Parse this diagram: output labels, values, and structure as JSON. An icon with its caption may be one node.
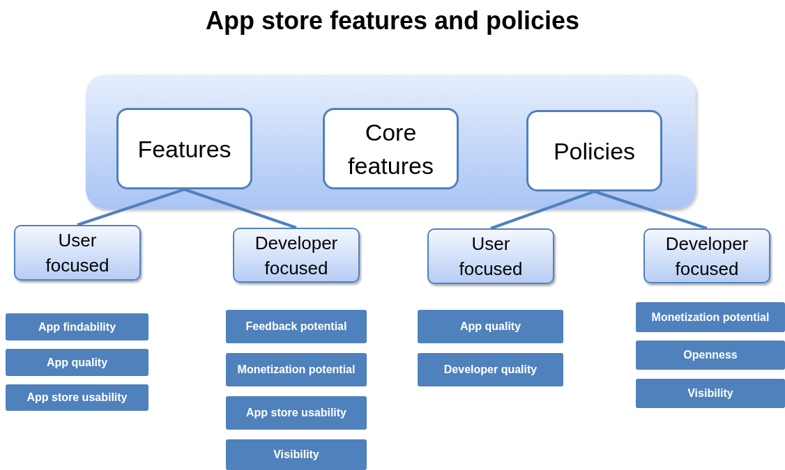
{
  "diagram": {
    "title": "App store features and policies",
    "nodes": [
      {
        "text": [],
        "shape": "box"
      },
      {
        "text": [
          "Features"
        ],
        "in": 0
      },
      {
        "text": [
          "Core features"
        ],
        "in": 0
      },
      {
        "text": [
          "Policies"
        ],
        "in": 0
      },
      {
        "text": [
          "User focused"
        ]
      },
      {
        "text": [
          "Developer focused"
        ]
      },
      {
        "text": [
          "User focused"
        ]
      },
      {
        "text": [
          "Developer focused"
        ]
      },
      {
        "text": [
          "App findability"
        ]
      },
      {
        "text": [
          "App quality"
        ]
      },
      {
        "text": [
          "App store usability"
        ]
      },
      {
        "text": [
          "Feedback potential"
        ]
      },
      {
        "text": [
          "Monetization potential"
        ]
      },
      {
        "text": [
          "App store usability"
        ]
      },
      {
        "text": [
          "Visibility"
        ]
      },
      {
        "text": [
          "App quality"
        ]
      },
      {
        "text": [
          "Developer quality"
        ]
      },
      {
        "text": [
          "Monetization potential"
        ]
      },
      {
        "text": [
          "Openness"
        ]
      },
      {
        "text": [
          "Visibility"
        ]
      }
    ],
    "edges": [
      {
        "from": 1,
        "to": 4,
        "arrow": "none"
      },
      {
        "from": 1,
        "to": 5,
        "arrow": "none"
      },
      {
        "from": 3,
        "to": 6,
        "arrow": "none"
      },
      {
        "from": 3,
        "to": 7,
        "arrow": "none"
      }
    ]
  }
}
